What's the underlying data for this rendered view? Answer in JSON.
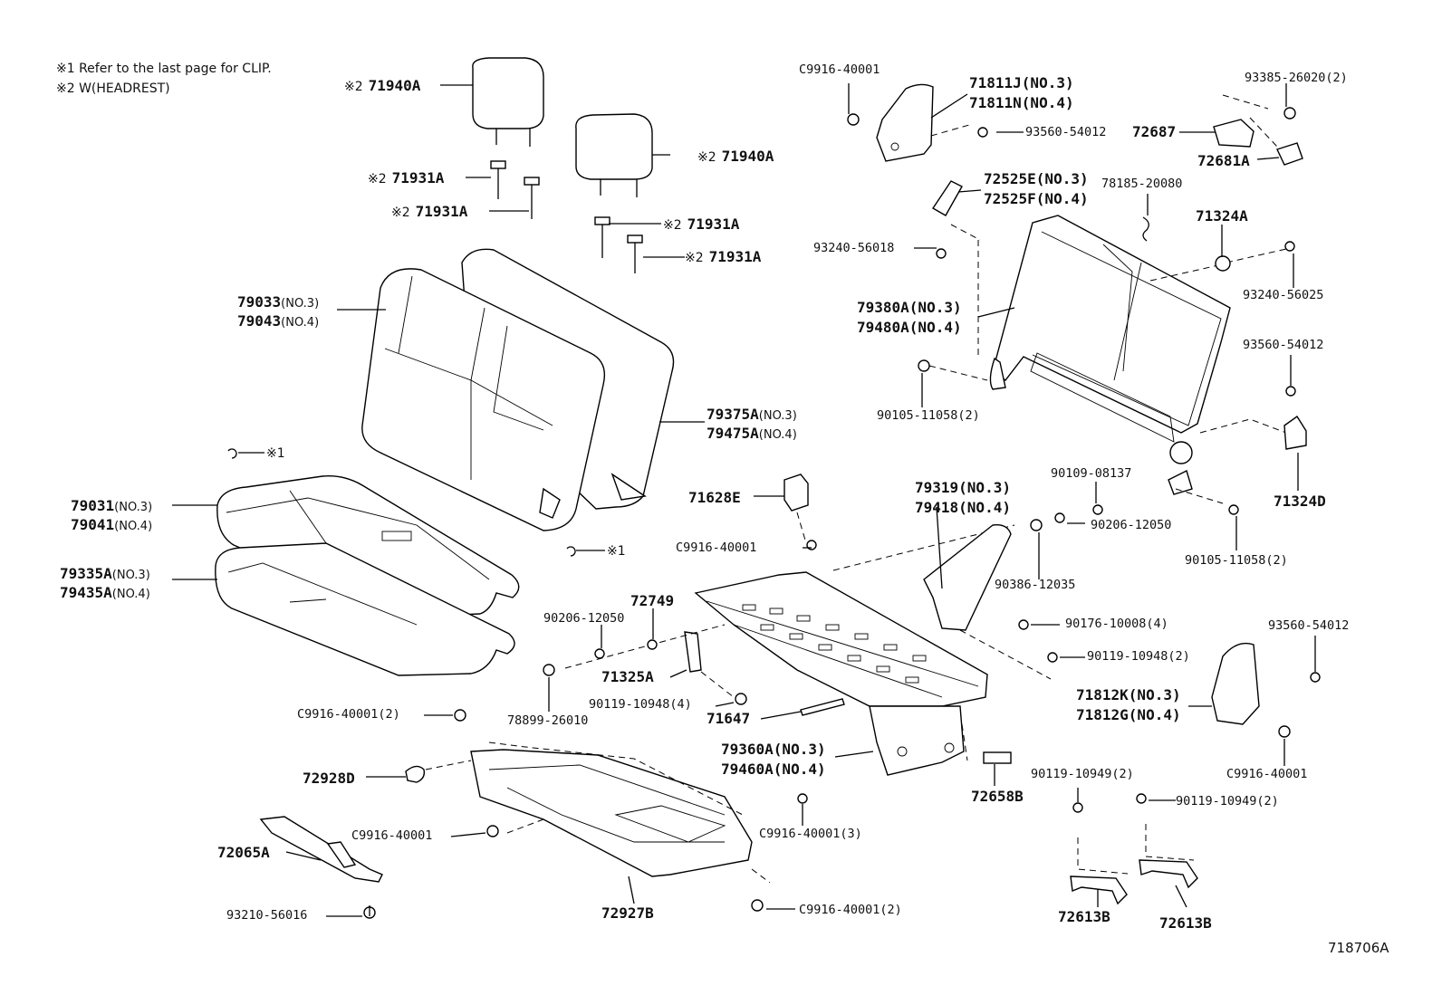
{
  "notes": {
    "note1": "※1 Refer to the last page for CLIP.",
    "note2": "※2 W(HEADREST)"
  },
  "drawing_number": "718706A",
  "labels": {
    "hr_l": {
      "mark": "※2",
      "num": "71940A"
    },
    "hr_r": {
      "mark": "※2",
      "num": "71940A"
    },
    "sup_l1": {
      "mark": "※2",
      "num": "71931A"
    },
    "sup_l2": {
      "mark": "※2",
      "num": "71931A"
    },
    "sup_r1": {
      "mark": "※2",
      "num": "71931A"
    },
    "sup_r2": {
      "mark": "※2",
      "num": "71931A"
    },
    "back_cover_a": "79033",
    "back_cover_a_sub": "(NO.3)",
    "back_cover_b": "79043",
    "back_cover_b_sub": "(NO.4)",
    "back_pad_a": "79375A",
    "back_pad_a_sub": "(NO.3)",
    "back_pad_b": "79475A",
    "back_pad_b_sub": "(NO.4)",
    "clip1": "※1",
    "clip2": "※1",
    "cush_cover_a": "79031",
    "cush_cover_a_sub": "(NO.3)",
    "cush_cover_b": "79041",
    "cush_cover_b_sub": "(NO.4)",
    "cush_pad_a": "79335A",
    "cush_pad_a_sub": "(NO.3)",
    "cush_pad_b": "79435A",
    "cush_pad_b_sub": "(NO.4)",
    "c9916_top": "C9916-40001",
    "hinge_a": "71811J(NO.3)",
    "hinge_b": "71811N(NO.4)",
    "b93560_top": "93560-54012",
    "lock_72687": "72687",
    "b93385": "93385-26020(2)",
    "lock_72681": "72681A",
    "strap_a": "72525E(NO.3)",
    "strap_b": "72525F(NO.4)",
    "hook_78185": "78185-20080",
    "b93240_a": "93240-56018",
    "bush_71324a": "71324A",
    "b93240_b": "93240-56025",
    "frame_a": "79380A(NO.3)",
    "frame_b": "79480A(NO.4)",
    "b93560_mid": "93560-54012",
    "b90105_a": "90105-11058(2)",
    "cover_71324d": "71324D",
    "stop_71628e": "71628E",
    "c9916_mid": "C9916-40001",
    "brk_a": "79319(NO.3)",
    "brk_b": "79418(NO.4)",
    "b90109": "90109-08137",
    "w90206_r": "90206-12050",
    "b90105_b": "90105-11058(2)",
    "n90386": "90386-12035",
    "n90176": "90176-10008(4)",
    "b90119_a": "90119-10948(2)",
    "b93560_low": "93560-54012",
    "cov_a": "71812K(NO.3)",
    "cov_b": "71812G(NO.4)",
    "c9916_rlow": "C9916-40001",
    "n72749": "72749",
    "w90206_l": "90206-12050",
    "brk_71325a": "71325A",
    "b90119_b": "90119-10948(4)",
    "pad_71647": "71647",
    "b78899": "78899-26010",
    "c9916_2a": "C9916-40001(2)",
    "cfr_a": "79360A(NO.3)",
    "cfr_b": "79460A(NO.4)",
    "clip_72928d": "72928D",
    "c9916_3": "C9916-40001(3)",
    "c9916_left": "C9916-40001",
    "pad_72658b": "72658B",
    "b90119_c": "90119-10949(2)",
    "b90119_d": "90119-10949(2)",
    "belt_72065a": "72065A",
    "tray_72927b": "72927B",
    "b93210": "93210-56016",
    "c9916_2b": "C9916-40001(2)",
    "leg_l": "72613B",
    "leg_r": "72613B"
  }
}
